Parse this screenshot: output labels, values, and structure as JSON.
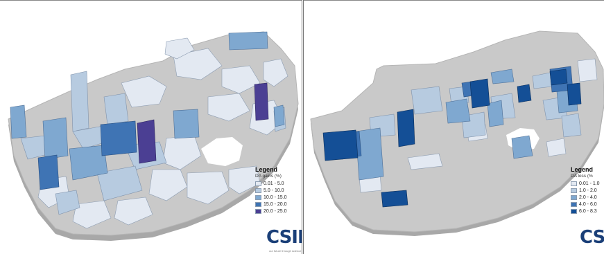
{
  "maps": [
    {
      "legend": {
        "title": "Legend",
        "subtitle": "DA gains (%)",
        "classes": [
          {
            "label": "0.01 - 5.0",
            "color": "#e3e9f2"
          },
          {
            "label": "5.0 - 10.0",
            "color": "#b7cbe0"
          },
          {
            "label": "10.0 - 15.0",
            "color": "#7fa8d0"
          },
          {
            "label": "15.0 - 20.0",
            "color": "#3f74b4"
          },
          {
            "label": "20.0 - 25.0",
            "color": "#4b3f93"
          }
        ]
      },
      "logo": "CSIR",
      "tagline": "our future through science"
    },
    {
      "legend": {
        "title": "Legend",
        "subtitle": "DA loss (%",
        "classes": [
          {
            "label": "0.01 - 1.0",
            "color": "#e3e9f2"
          },
          {
            "label": "1.0 - 2.0",
            "color": "#b7cbe0"
          },
          {
            "label": "2.0 - 4.0",
            "color": "#7fa8d0"
          },
          {
            "label": "4.0 - 6.0",
            "color": "#3f74b4"
          },
          {
            "label": "6.0 - 8.3",
            "color": "#144f96"
          }
        ]
      },
      "logo": "CSIR"
    }
  ],
  "colors": {
    "base_land": "#c9c9c9",
    "lesotho_hole": "#ffffff"
  }
}
